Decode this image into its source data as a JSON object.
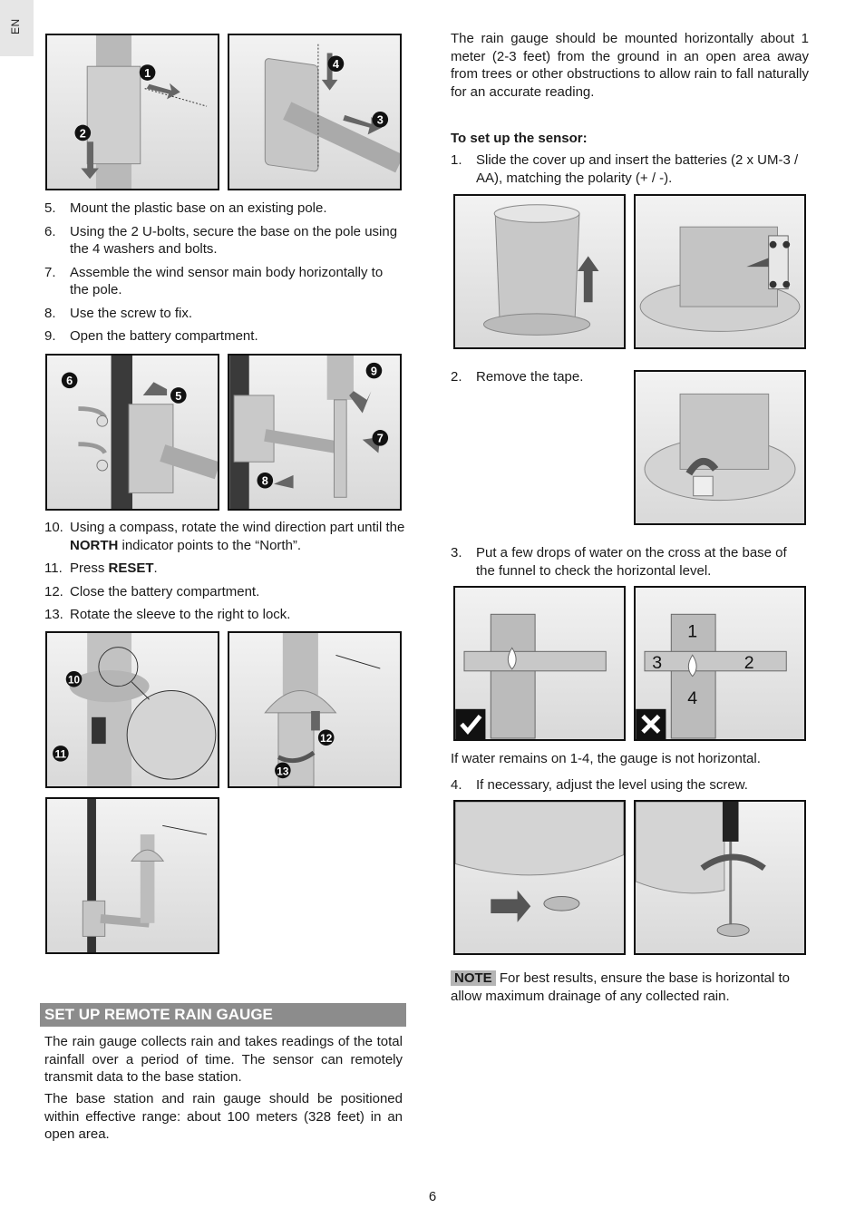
{
  "lang_tab": "EN",
  "left": {
    "steps_a": [
      {
        "num": "5.",
        "text": "Mount the plastic base on an existing pole."
      },
      {
        "num": "6.",
        "text": "Using the 2 U-bolts, secure the base on the pole using the 4 washers and bolts."
      },
      {
        "num": "7.",
        "text": "Assemble the wind sensor main body horizontally to the pole."
      },
      {
        "num": "8.",
        "text": "Use the screw to fix."
      },
      {
        "num": "9.",
        "text": "Open the battery compartment."
      }
    ],
    "step10": {
      "num": "10.",
      "pre": "Using a compass, rotate the wind direction part until the ",
      "bold": "NORTH",
      "post": " indicator points to the “North”."
    },
    "step11": {
      "num": "11.",
      "pre": "Press ",
      "bold": "RESET",
      "post": "."
    },
    "step12": {
      "num": "12.",
      "text": "Close the battery compartment."
    },
    "step13": {
      "num": "13.",
      "text": "Rotate the sleeve to the right to lock."
    },
    "fig_labels": {
      "f1": [
        "1",
        "2"
      ],
      "f2": [
        "4",
        "3"
      ],
      "f3": [
        "6",
        "5"
      ],
      "f4": [
        "9",
        "7",
        "8"
      ],
      "f5": [
        "10",
        "11"
      ],
      "f6": [
        "12",
        "13"
      ]
    },
    "section_title": "SET UP REMOTE RAIN GAUGE",
    "para1": "The rain gauge collects rain and takes readings of the total rainfall over a period of time. The sensor can remotely transmit data to the base station.",
    "para2": "The base station and rain gauge should be positioned within effective range: about 100 meters (328 feet) in an open area."
  },
  "right": {
    "intro": "The rain gauge should be mounted horizontally about 1 meter (2-3 feet) from the ground in an open area away from trees or other obstructions to allow rain to fall naturally for an accurate reading.",
    "heading": "To set up the sensor:",
    "step1": {
      "num": "1.",
      "text": "Slide the cover up and insert the batteries (2 x UM-3 / AA), matching the polarity (+ / -)."
    },
    "step2": {
      "num": "2.",
      "text": "Remove the tape."
    },
    "step3": {
      "num": "3.",
      "text": "Put a few drops of water on the cross at the base of the funnel to check the horizontal level."
    },
    "level_labels": [
      "1",
      "2",
      "3",
      "4"
    ],
    "check_text": "If water remains on 1-4, the gauge is not horizontal.",
    "step4": {
      "num": "4.",
      "text": "If necessary, adjust the level using the screw."
    },
    "note_label": "NOTE",
    "note_text": " For best results, ensure the base is horizontal to allow maximum drainage of any collected rain."
  },
  "page_number": "6"
}
